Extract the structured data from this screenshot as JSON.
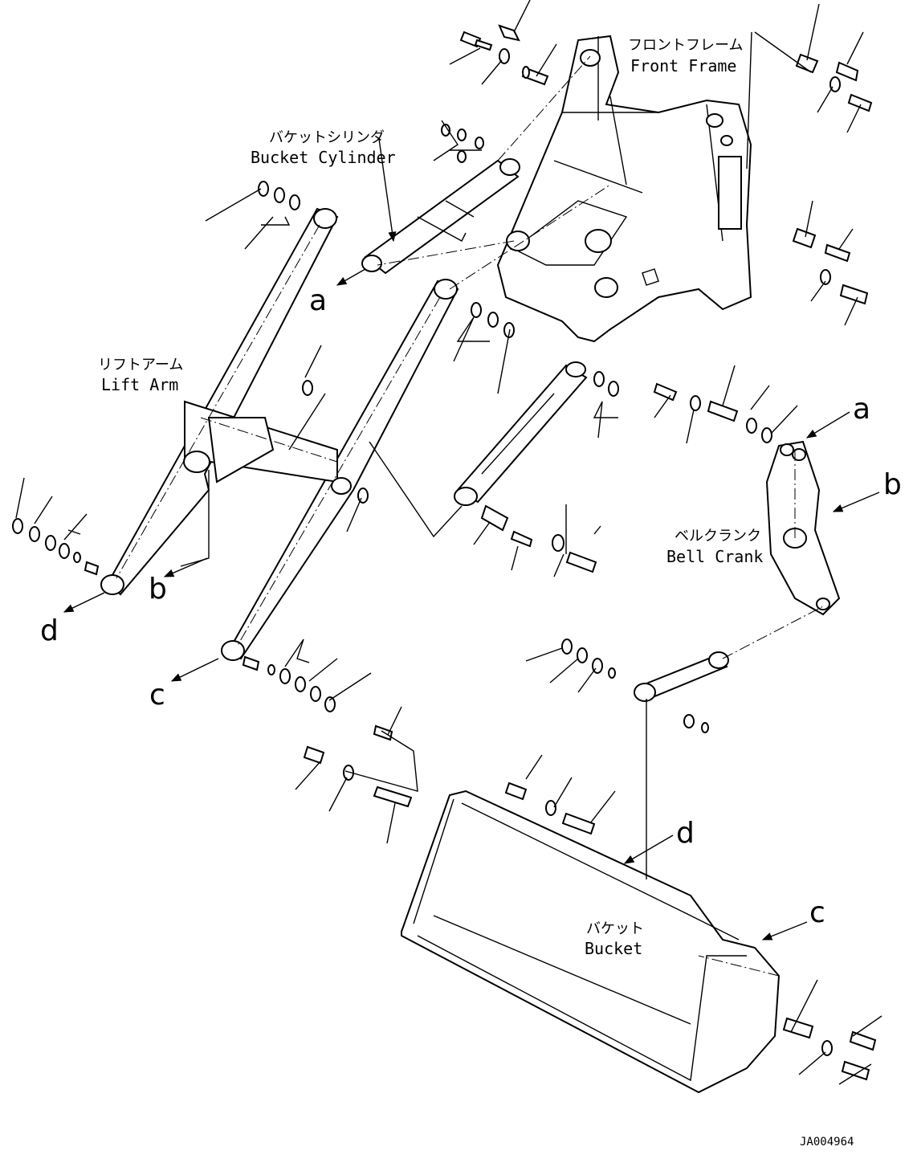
{
  "labels": {
    "front_frame_ja": "フロントフレーム",
    "front_frame_en": "Front Frame",
    "bucket_cylinder_ja": "バケットシリンダ",
    "bucket_cylinder_en": "Bucket Cylinder",
    "lift_arm_ja": "リフトアーム",
    "lift_arm_en": "Lift Arm",
    "bell_crank_ja": "ベルクランク",
    "bell_crank_en": "Bell Crank",
    "bucket_ja": "バケット",
    "bucket_en": "Bucket"
  },
  "ref_letters": {
    "a": "a",
    "b": "b",
    "c": "c",
    "d": "d"
  },
  "drawing_id": "JA004964"
}
